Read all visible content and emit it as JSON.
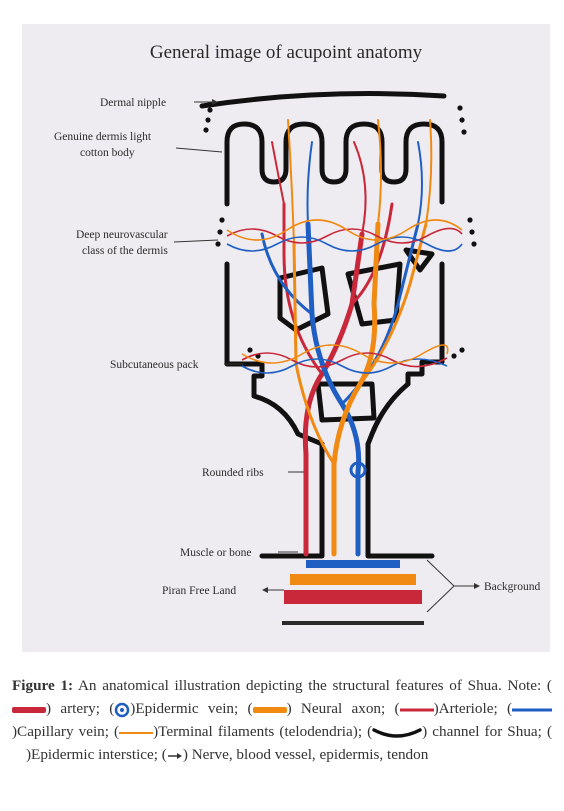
{
  "diagram": {
    "title": "General image of acupoint anatomy",
    "labels": {
      "dermal_nipple": "Dermal nipple",
      "dermis_line1": "Genuine dermis light",
      "dermis_line2": "cotton body",
      "deep_line1": "Deep neurovascular",
      "deep_line2": "class of the dermis",
      "subcutaneous": "Subcutaneous pack",
      "rounded_ribs": "Rounded ribs",
      "muscle_bone": "Muscle or bone",
      "piran": "Piran Free Land",
      "background": "Background"
    },
    "colors": {
      "artery": "#c8283a",
      "vein": "#1f5fc4",
      "axon": "#f08a12",
      "channel": "#111111",
      "paper": "#f1eef3"
    }
  },
  "caption": {
    "figure_label": "Figure 1:",
    "intro": " An anatomical illustration depicting the structural features of Shua. Note: (",
    "t_artery": ") artery; (",
    "t_vein": ")Epidermic vein; (",
    "t_axon": ") Neural axon; (",
    "t_arteriole": ")Arteriole; (",
    "t_capvein": ")Capillary vein; (",
    "t_terminal": ")Terminal filaments (telodendria); (",
    "t_channel": ") channel for Shua; (",
    "t_interstice": ")Epidermic interstice; (",
    "t_arrow": ") Nerve, blood vessel, epidermis, tendon"
  }
}
